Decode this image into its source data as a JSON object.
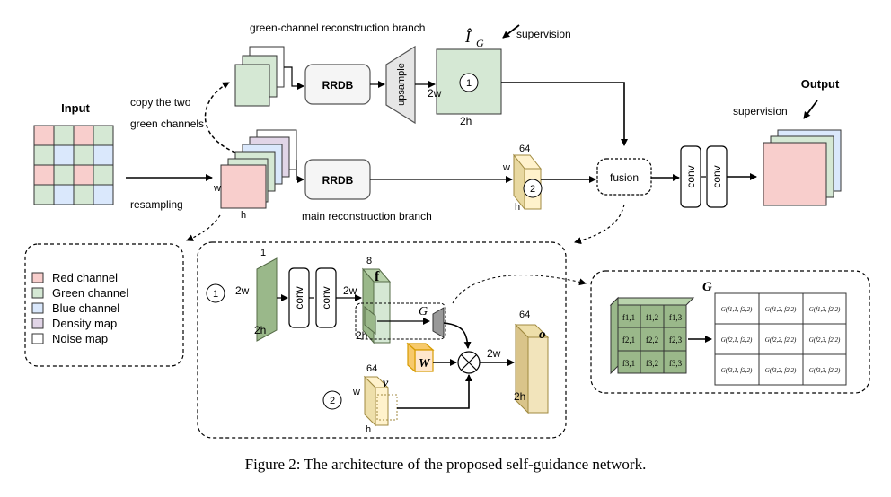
{
  "top": {
    "green_branch_title": "green-channel reconstruction branch",
    "ig_hat": "Î",
    "ig_sub": "G",
    "supervision": "supervision",
    "input": "Input",
    "copy_line1": "copy the two",
    "copy_line2": "green channels",
    "resampling": "resampling",
    "w": "w",
    "h": "h",
    "rrdb": "RRDB",
    "upsample": "upsample",
    "two_w": "2w",
    "two_h": "2h",
    "circle1": "1",
    "circle2": "2",
    "ch64": "64",
    "fusion": "fusion",
    "conv": "conv",
    "output": "Output",
    "main_branch": "main reconstruction branch"
  },
  "legend": {
    "items": [
      {
        "label": "Red channel",
        "color": "#f8cecc"
      },
      {
        "label": "Green channel",
        "color": "#d5e8d4"
      },
      {
        "label": "Blue channel",
        "color": "#dae8fc"
      },
      {
        "label": "Density map",
        "color": "#e1d5e7"
      },
      {
        "label": "Noise map",
        "color": "#ffffff"
      }
    ]
  },
  "detail": {
    "one": "1",
    "two_w": "2w",
    "two_h": "2h",
    "conv": "conv",
    "eight": "8",
    "f": "f",
    "g": "G",
    "w_mat": "W",
    "sixtyfour": "64",
    "v": "v",
    "w": "w",
    "h": "h",
    "o": "o",
    "circle1": "1",
    "circle2": "2"
  },
  "g_panel": {
    "title": "G",
    "f_grid": [
      [
        "f1,1",
        "f1,2",
        "f1,3"
      ],
      [
        "f2,1",
        "f2,2",
        "f2,3"
      ],
      [
        "f3,1",
        "f3,2",
        "f3,3"
      ]
    ],
    "g_grid": [
      [
        "G(f1,1, f2,2)",
        "G(f1,2, f2,2)",
        "G(f1,3, f2,2)"
      ],
      [
        "G(f2,1, f2,2)",
        "G(f2,2, f2,2)",
        "G(f2,3, f2,2)"
      ],
      [
        "G(f3,1, f2,2)",
        "G(f3,2, f2,2)",
        "G(f3,3, f2,2)"
      ]
    ]
  },
  "caption": "Figure 2: The architecture of the proposed self-guidance network."
}
